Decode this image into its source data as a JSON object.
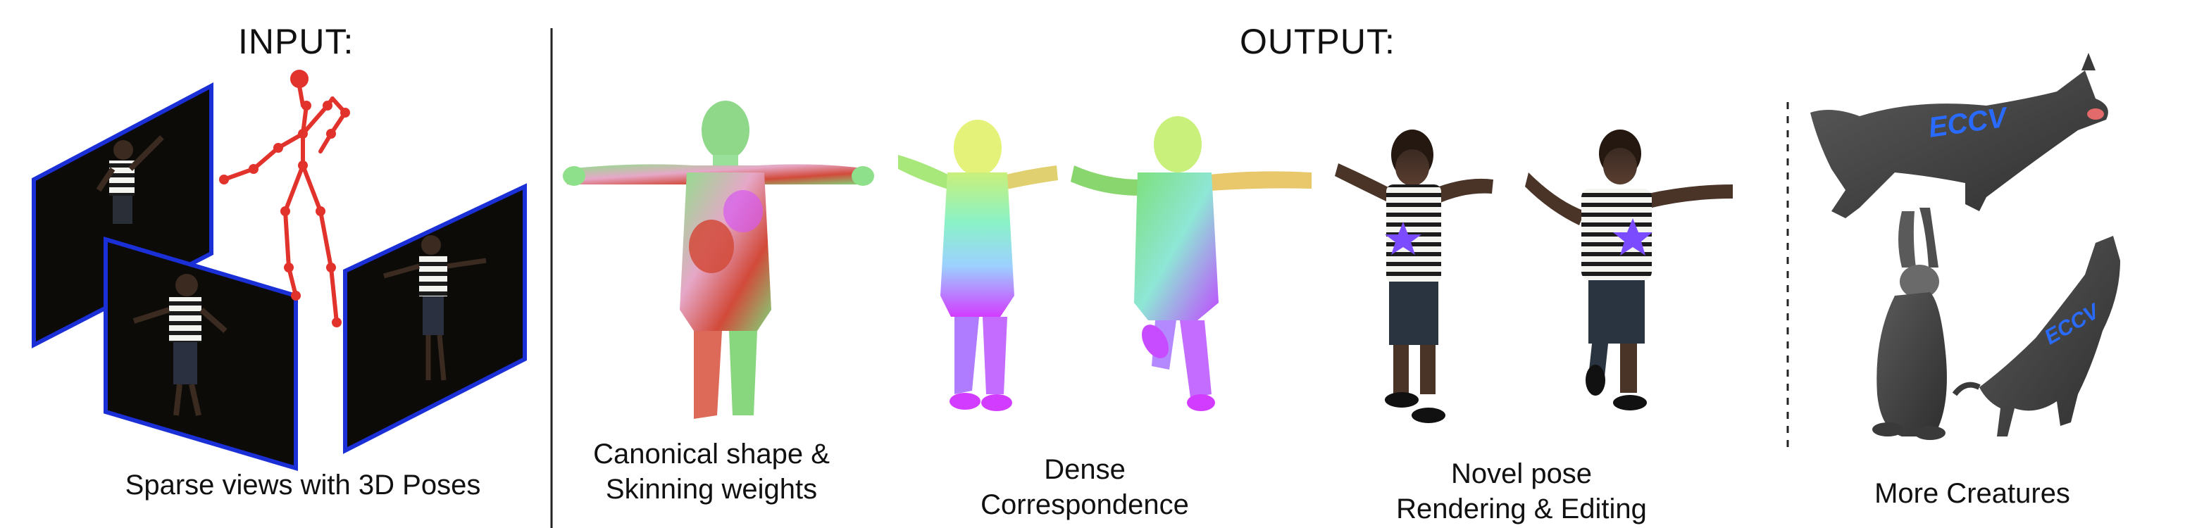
{
  "input": {
    "title": "INPUT:",
    "caption": "Sparse views with 3D Poses"
  },
  "output": {
    "title": "OUTPUT:",
    "sections": [
      {
        "line1": "Canonical shape &",
        "line2": "Skinning weights"
      },
      {
        "line1": "Dense",
        "line2": "Correspondence"
      },
      {
        "line1": "Novel pose",
        "line2": "Rendering & Editing"
      },
      {
        "line1": "More Creatures",
        "line2": ""
      }
    ]
  },
  "logos": {
    "text": "ECCV"
  },
  "colors": {
    "frame_border": "#1a2fd6",
    "skeleton": "#e2322c",
    "star": "#7a4bff",
    "eccv": "#2a6bff",
    "divider": "#222222"
  }
}
